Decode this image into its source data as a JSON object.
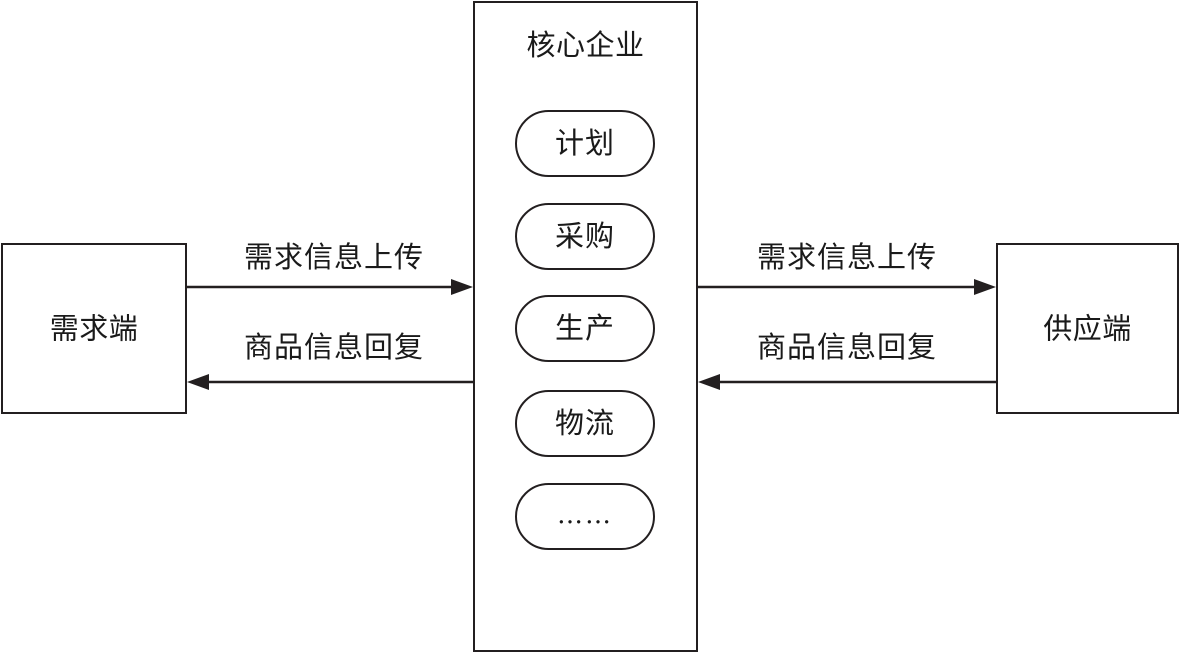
{
  "diagram": {
    "title_visible": false,
    "nodes": {
      "demand": {
        "label": "需求端"
      },
      "supply": {
        "label": "供应端"
      },
      "core": {
        "label": "核心企业",
        "functions": [
          {
            "label": "计划"
          },
          {
            "label": "采购"
          },
          {
            "label": "生产"
          },
          {
            "label": "物流"
          },
          {
            "label": "……"
          }
        ]
      }
    },
    "flows": {
      "demand_to_core": {
        "label": "需求信息上传",
        "direction": "right"
      },
      "core_to_demand": {
        "label": "商品信息回复",
        "direction": "left"
      },
      "core_to_supply": {
        "label": "需求信息上传",
        "direction": "right"
      },
      "supply_to_core": {
        "label": "商品信息回复",
        "direction": "left"
      }
    },
    "colors": {
      "stroke": "#231f20",
      "background": "#ffffff",
      "text": "#1a1a1a"
    }
  }
}
